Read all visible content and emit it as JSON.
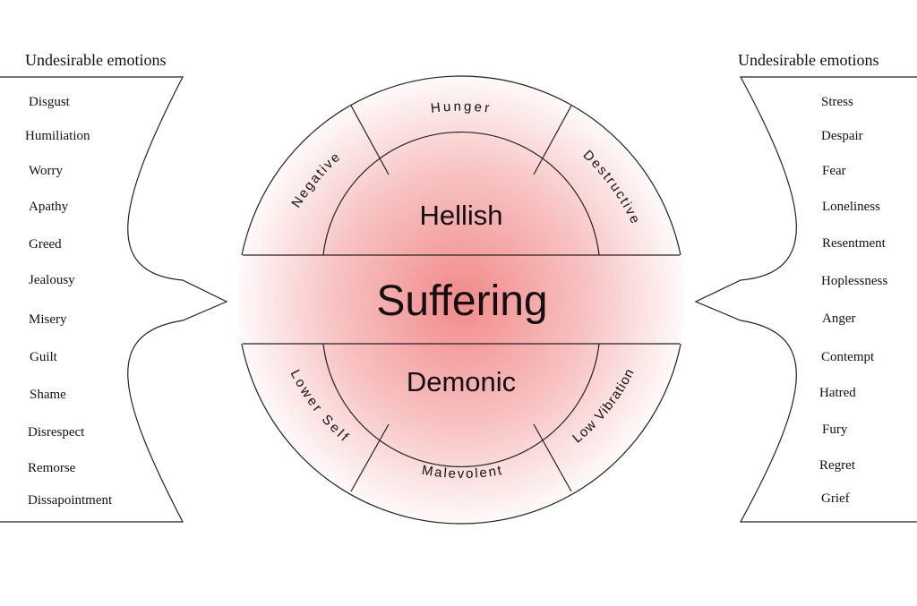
{
  "left_panel": {
    "title": "Undesirable emotions",
    "items": [
      "Disgust",
      "Humiliation",
      "Worry",
      "Apathy",
      "Greed",
      "Jealousy",
      "Misery",
      "Guilt",
      "Shame",
      "Disrespect",
      "Remorse",
      "Dissapointment"
    ]
  },
  "right_panel": {
    "title": "Undesirable emotions",
    "items": [
      "Stress",
      "Despair",
      "Fear",
      "Loneliness",
      "Resentment",
      "Hoplessness",
      "Anger",
      "Contempt",
      "Hatred",
      "Fury",
      "Regret",
      "Grief"
    ]
  },
  "wheel": {
    "center_label": "Suffering",
    "upper_inner_label": "Hellish",
    "lower_inner_label": "Demonic",
    "upper_segments": [
      "Negative",
      "Hunger",
      "Destructive"
    ],
    "lower_segments": [
      "Lower Self",
      "Malevolent",
      "Low Vibration"
    ],
    "center_color": "#f28a8a",
    "edge_color": "#ffffff"
  }
}
